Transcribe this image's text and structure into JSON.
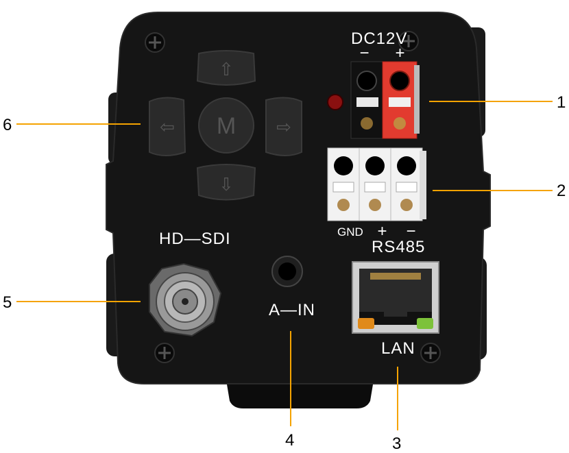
{
  "panel": {
    "power_label": "DC12V",
    "power_minus": "−",
    "power_plus": "+",
    "gnd_label": "GND",
    "rs485_plus": "+",
    "rs485_minus": "−",
    "rs485_label": "RS485",
    "sdi_label": "HD—SDI",
    "ain_label": "A—IN",
    "lan_label": "LAN"
  },
  "buttons": {
    "up_glyph": "⇧",
    "down_glyph": "⇩",
    "left_glyph": "⇦",
    "right_glyph": "⇨",
    "menu_glyph": "M"
  },
  "callouts": {
    "c1": "1",
    "c2": "2",
    "c3": "3",
    "c4": "4",
    "c5": "5",
    "c6": "6"
  },
  "colors": {
    "leader": "#f5a300",
    "body": "#121212",
    "power_plus": "#e23b2f",
    "lan_led_left": "#e08a1a",
    "lan_led_right": "#7dc23a",
    "status_led": "#8a1010"
  }
}
